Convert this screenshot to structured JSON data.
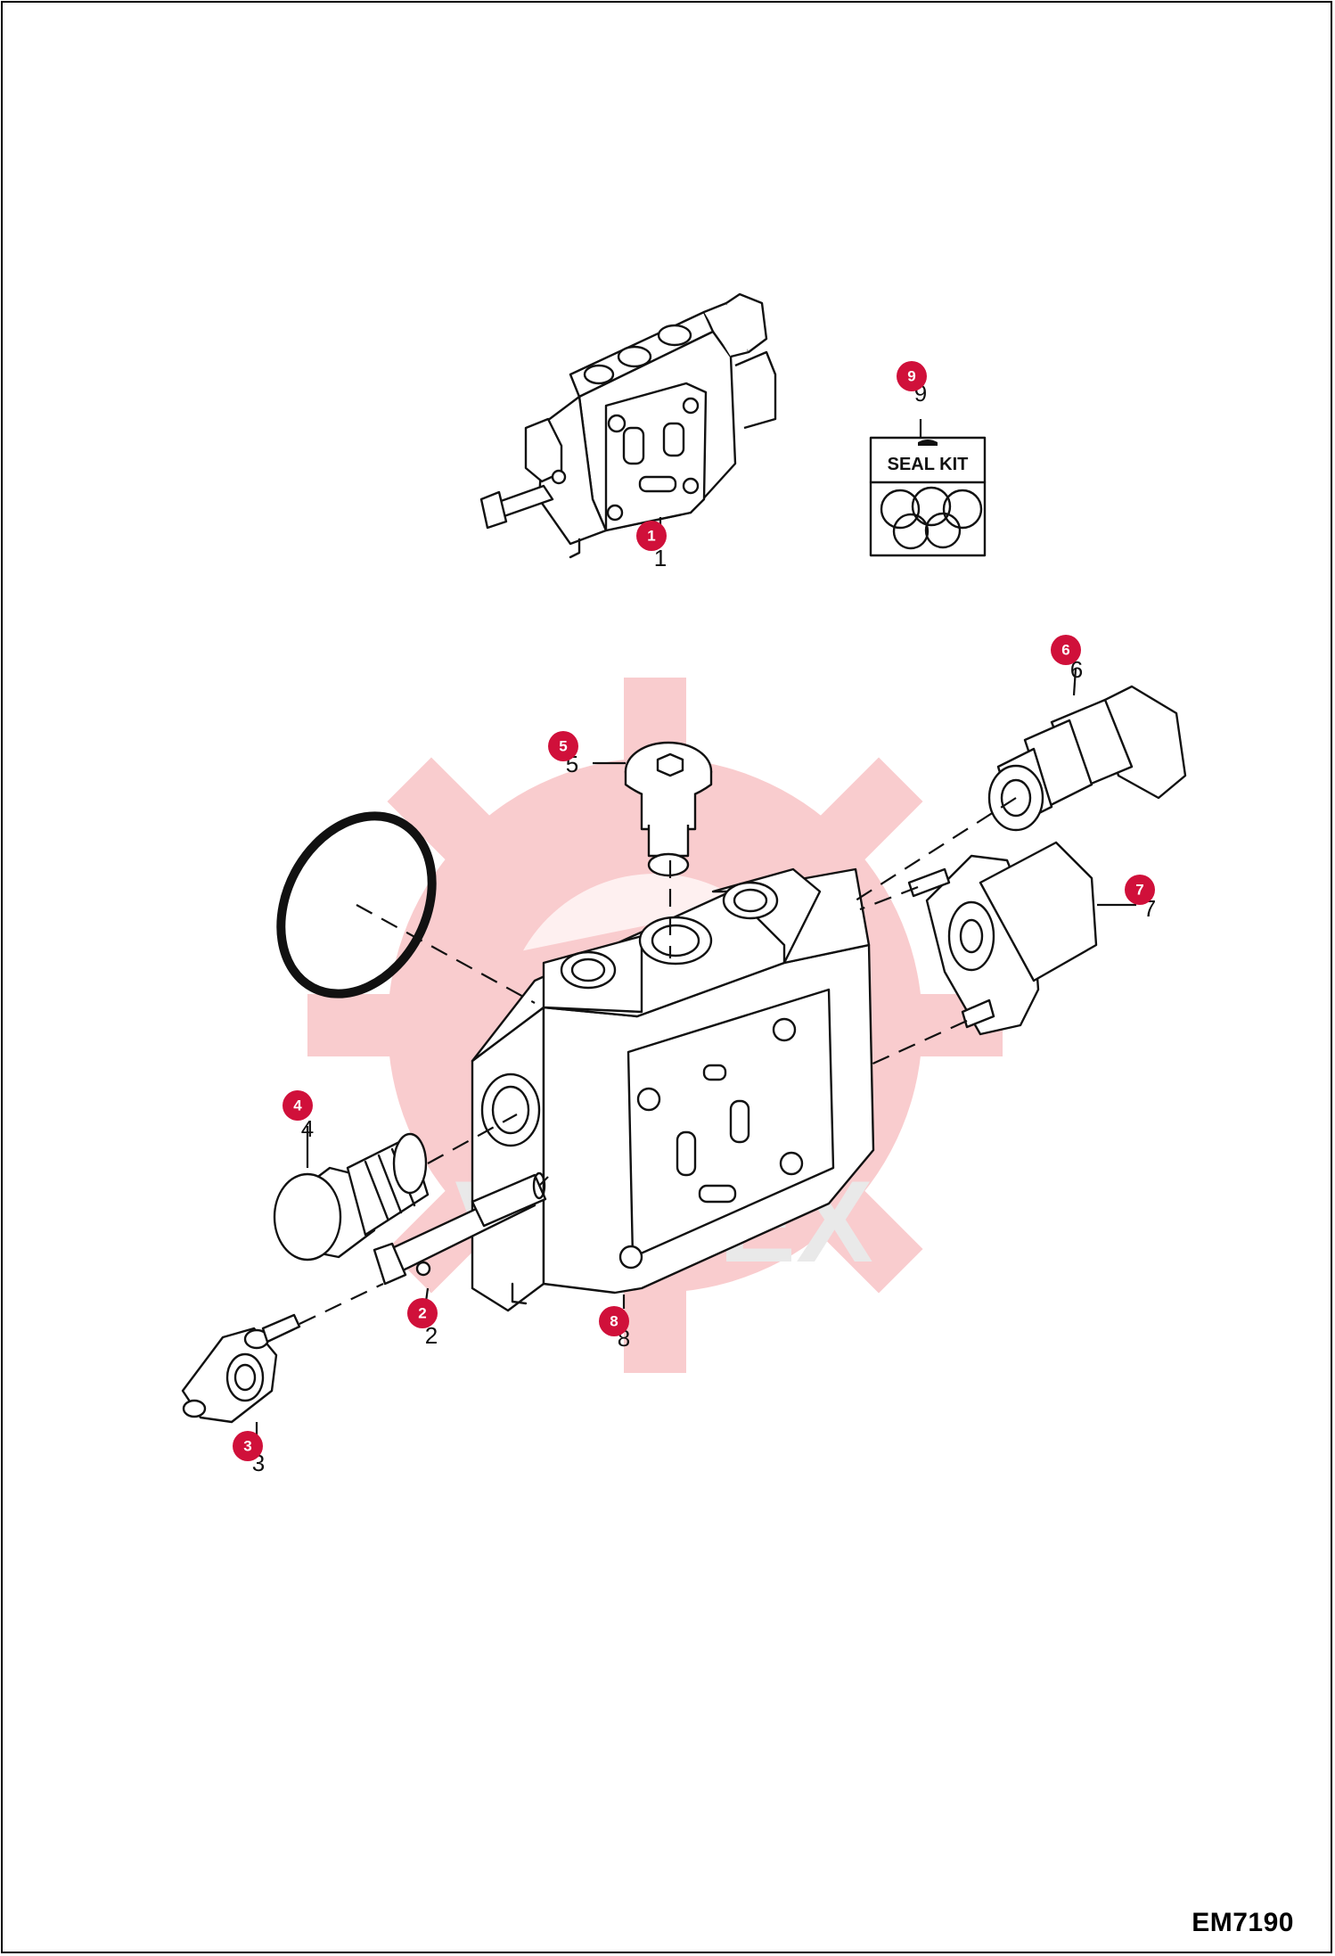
{
  "drawing_code": "EM7190",
  "seal_kit_label": "SEAL KIT",
  "watermark_text": "VIHTEX",
  "callouts": [
    "1",
    "2",
    "3",
    "4",
    "5",
    "6",
    "7",
    "8",
    "9"
  ],
  "colors": {
    "callout": "#d0103a",
    "watermark": "#f4a3a6",
    "line": "#111111"
  }
}
